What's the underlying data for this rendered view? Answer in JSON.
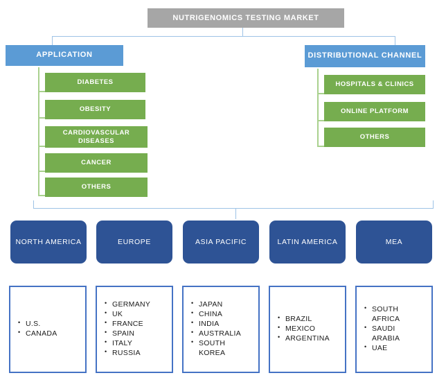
{
  "root": {
    "label": "NUTRIGENOMICS TESTING MARKET",
    "color": "#A6A6A6"
  },
  "colors": {
    "root_gray": "#A6A6A6",
    "category_blue": "#5B9BD5",
    "leaf_green": "#76AD4F",
    "region_navy": "#2E5395",
    "country_border_blue": "#4472C4",
    "connector_blue": "#9DC3E6",
    "connector_green": "#A9D18E",
    "text_white": "#FFFFFF",
    "text_dark": "#1A1A1A"
  },
  "categories": [
    {
      "label": "APPLICATION",
      "items": [
        {
          "label": "DIABETES"
        },
        {
          "label": "OBESITY"
        },
        {
          "label": "CARDIOVASCULAR DISEASES"
        },
        {
          "label": "CANCER"
        },
        {
          "label": "OTHERS"
        }
      ]
    },
    {
      "label": "DISTRIBUTIONAL CHANNEL",
      "items": [
        {
          "label": "HOSPITALS & CLINICS"
        },
        {
          "label": "ONLINE PLATFORM"
        },
        {
          "label": "OTHERS"
        }
      ]
    }
  ],
  "regions": [
    {
      "label": "NORTH AMERICA",
      "countries": [
        "U.S.",
        "CANADA"
      ]
    },
    {
      "label": "EUROPE",
      "countries": [
        "GERMANY",
        "UK",
        "FRANCE",
        "SPAIN",
        "ITALY",
        "RUSSIA"
      ]
    },
    {
      "label": "ASIA PACIFIC",
      "countries": [
        "JAPAN",
        "CHINA",
        "INDIA",
        "AUSTRALIA",
        "SOUTH KOREA"
      ]
    },
    {
      "label": "LATIN AMERICA",
      "countries": [
        "BRAZIL",
        "MEXICO",
        "ARGENTINA"
      ]
    },
    {
      "label": "MEA",
      "countries": [
        "SOUTH AFRICA",
        "SAUDI ARABIA",
        "UAE"
      ]
    }
  ]
}
